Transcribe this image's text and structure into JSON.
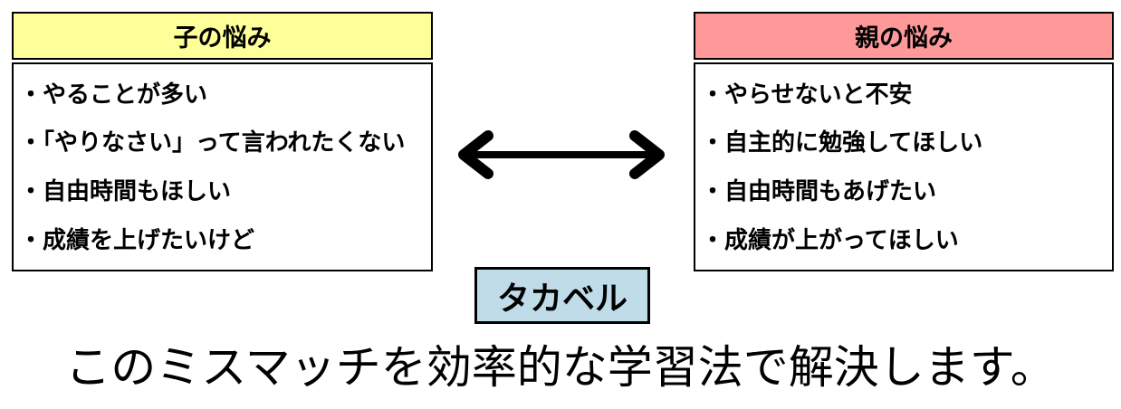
{
  "left_box": {
    "title": "子の悩み",
    "header_color": "#FFFF99",
    "items": [
      "・やることが多い",
      "・「やりなさい」って言われたくない",
      "・自由時間もほしい",
      "・成績を上げたいけど"
    ]
  },
  "right_box": {
    "title": "親の悩み",
    "header_color": "#FF9999",
    "items": [
      "・やらせないと不安",
      "・自主的に勉強してほしい",
      "・自由時間もあげたい",
      "・成績が上がってほしい"
    ]
  },
  "center": {
    "arrow_icon": "double-headed-horizontal-arrow",
    "arrow_color": "#000000",
    "brand_label": "タカベル",
    "brand_bg_color": "#BFDCE8"
  },
  "footer": {
    "message": "このミスマッチを効率的な学習法で解決します。"
  }
}
